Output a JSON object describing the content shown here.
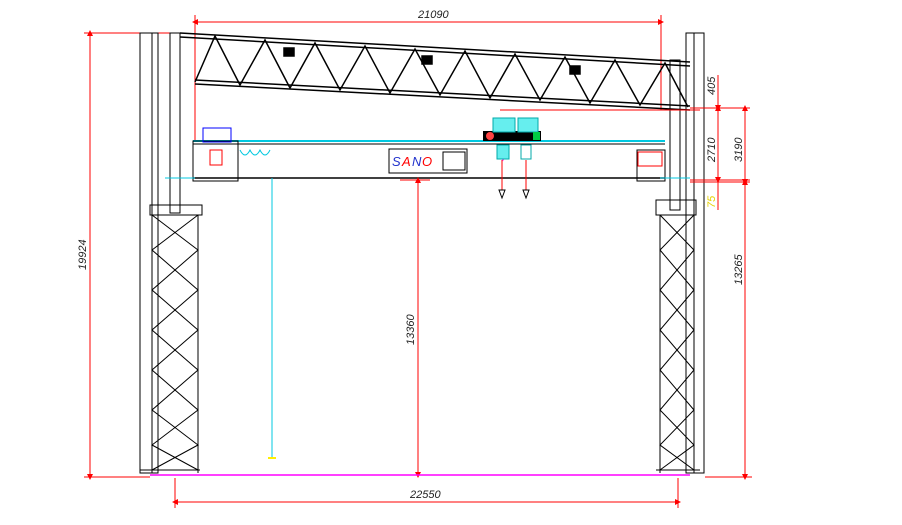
{
  "drawing": {
    "dimensions": {
      "truss_span": "21090",
      "truss_height": "405",
      "girder_height": "2710",
      "rail_to_truss": "3190",
      "rail_offset": "75",
      "total_height": "19924",
      "rail_height": "13265",
      "hook_height": "13360",
      "column_span": "22550"
    },
    "logo_text": "SANO",
    "colors": {
      "dimension": "#ff0000",
      "rail": "#00c8e0",
      "floor": "#ff00ff",
      "highlight": "#ffee00",
      "structure": "#000000"
    }
  }
}
